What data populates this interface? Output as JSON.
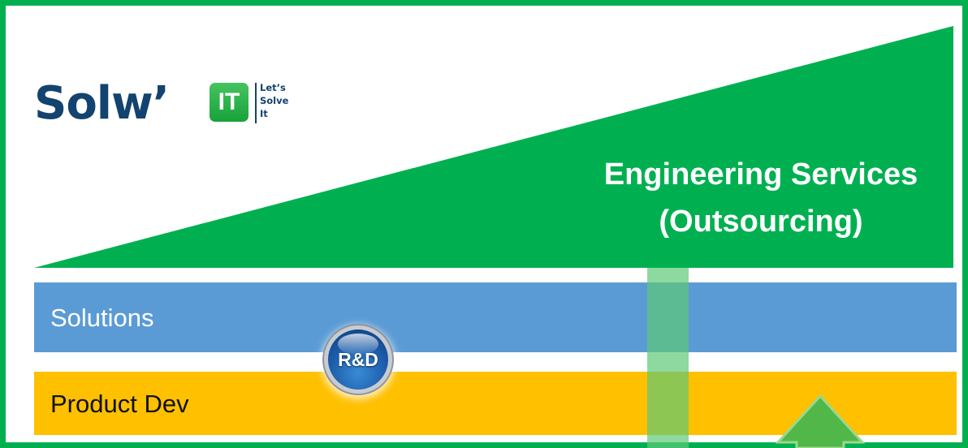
{
  "logo": {
    "wordmark": "Solw’",
    "badge": "IT",
    "tagline": [
      "Let’s",
      "Solve",
      "It"
    ]
  },
  "engineering": {
    "line1": "Engineering Services",
    "line2": "(Outsourcing)"
  },
  "bands": {
    "solutions": "Solutions",
    "product_dev": "Product Dev"
  },
  "rd_badge": "R&D",
  "colors": {
    "frame": "#00b050",
    "wedge": "#00b050",
    "solutions_band": "#5b9bd5",
    "product_dev_band": "#ffc000",
    "logo_text": "#13436f",
    "rd_badge": "#1b5ca8"
  }
}
